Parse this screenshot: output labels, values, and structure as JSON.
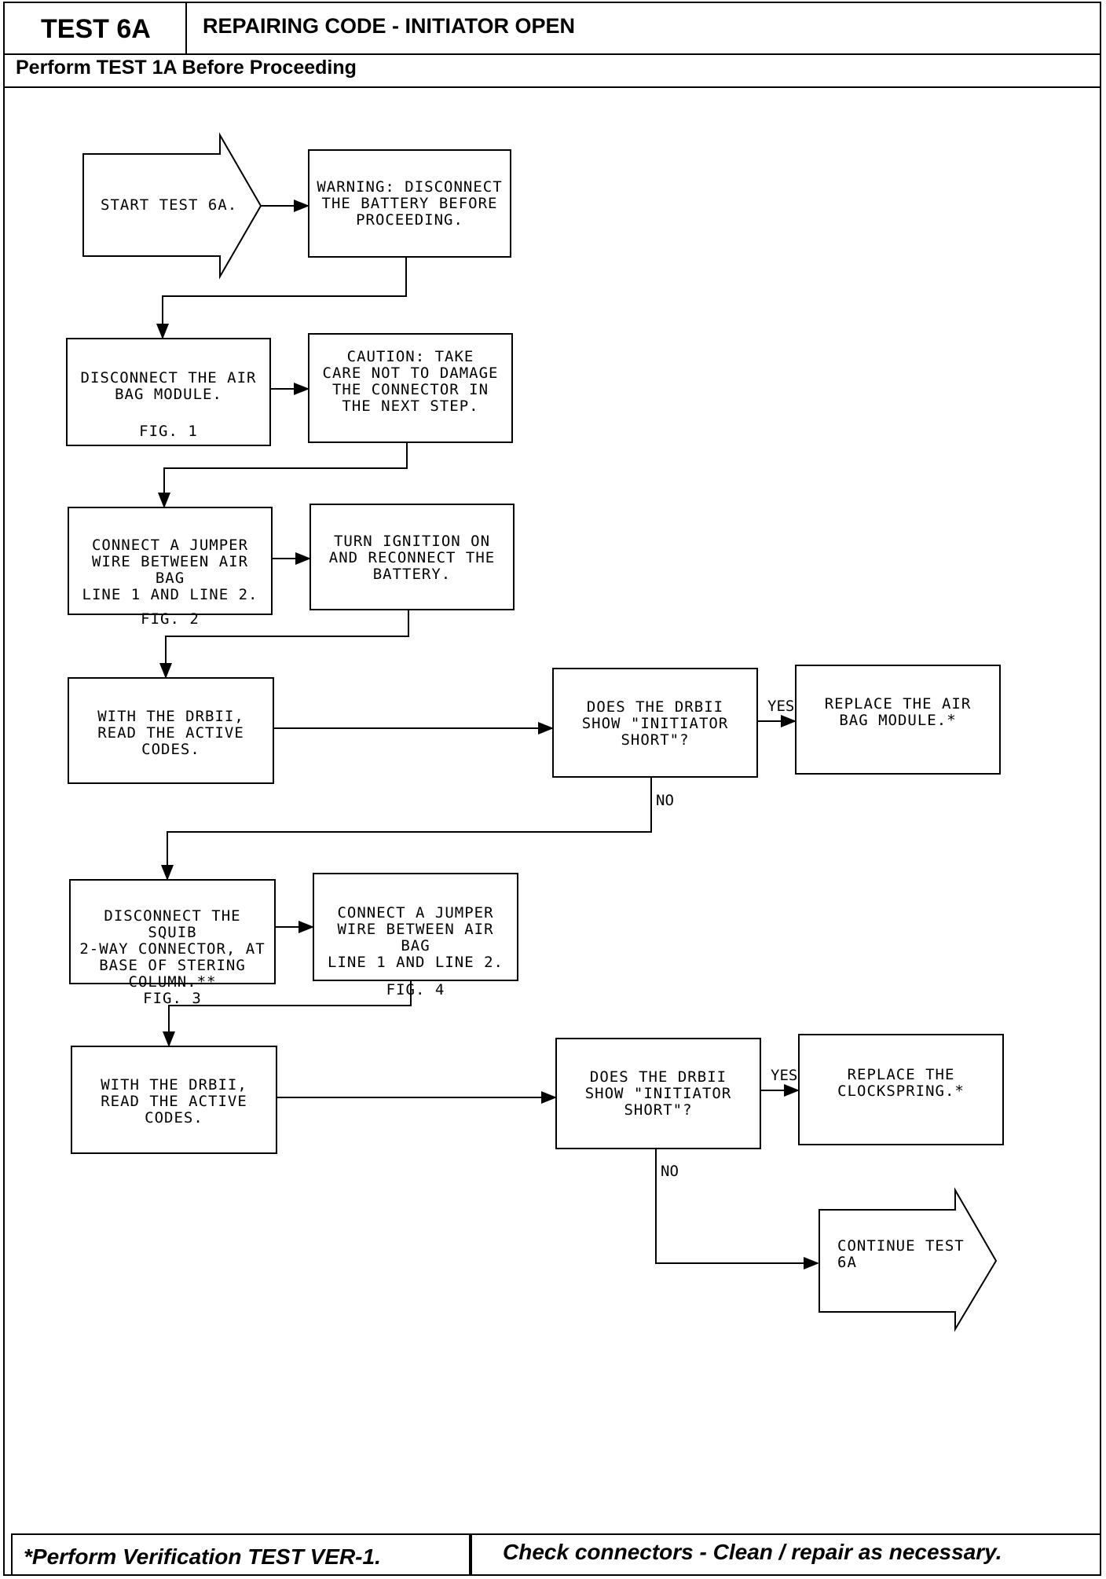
{
  "header": {
    "test_id": "TEST 6A",
    "title": "REPAIRING CODE - INITIATOR OPEN",
    "prerequisite": "Perform TEST 1A Before Proceeding"
  },
  "flow": {
    "start": "START TEST 6A.",
    "warning": "WARNING:  DISCONNECT\nTHE BATTERY BEFORE\nPROCEEDING.",
    "disconnect_module": "DISCONNECT THE AIR\nBAG MODULE.",
    "disconnect_module_fig": "FIG. 1",
    "caution": "CAUTION:  TAKE\nCARE NOT TO DAMAGE\nTHE CONNECTOR IN\nTHE NEXT STEP.",
    "jumper1": "CONNECT A JUMPER\nWIRE BETWEEN AIR BAG\nLINE 1 AND LINE 2.",
    "jumper1_fig": "FIG. 2",
    "ignition": "TURN IGNITION ON\nAND RECONNECT THE\nBATTERY.",
    "read1": "WITH THE DRBII,\nREAD THE ACTIVE\nCODES.",
    "question1": "DOES THE DRBII\nSHOW \"INITIATOR\nSHORT\"?",
    "yes1": "YES",
    "replace_module": "REPLACE THE AIR\nBAG MODULE.*",
    "no1": "NO",
    "disconnect_squib": "DISCONNECT THE SQUIB\n2-WAY CONNECTOR, AT\nBASE OF STERING\nCOLUMN.**",
    "disconnect_squib_fig": "FIG. 3",
    "jumper2": "CONNECT A JUMPER\nWIRE BETWEEN AIR BAG\nLINE 1 AND LINE 2.",
    "jumper2_fig": "FIG. 4",
    "read2": "WITH THE DRBII,\nREAD THE ACTIVE\nCODES.",
    "question2": "DOES THE DRBII\nSHOW \"INITIATOR\nSHORT\"?",
    "yes2": "YES",
    "replace_clockspring": "REPLACE THE\nCLOCKSPRING.*",
    "no2": "NO",
    "continue": "CONTINUE TEST\n6A"
  },
  "footer": {
    "left": "*Perform Verification TEST VER-1.",
    "right": "Check connectors - Clean / repair as necessary."
  }
}
